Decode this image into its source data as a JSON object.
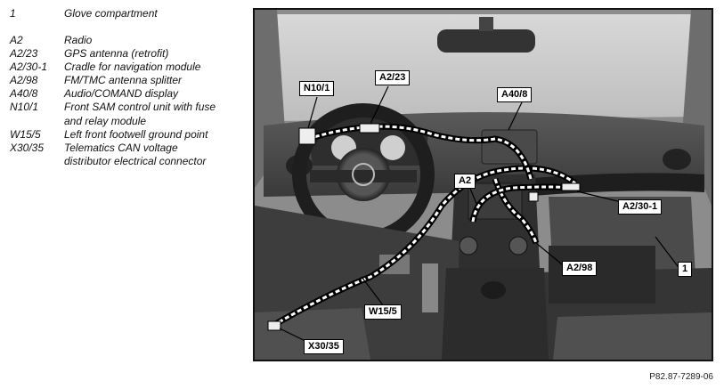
{
  "legend": {
    "items": [
      {
        "code": "1",
        "desc": "Glove compartment"
      },
      {
        "code": "A2",
        "desc": "Radio"
      },
      {
        "code": "A2/23",
        "desc": "GPS antenna (retrofit)"
      },
      {
        "code": "A2/30-1",
        "desc": "Cradle for navigation module"
      },
      {
        "code": "A2/98",
        "desc": "FM/TMC antenna splitter"
      },
      {
        "code": "A40/8",
        "desc": "Audio/COMAND display"
      },
      {
        "code": "N10/1",
        "desc": "Front SAM control unit with fuse"
      },
      {
        "code": "",
        "desc": "and relay module"
      },
      {
        "code": "W15/5",
        "desc": "Left front footwell ground point"
      },
      {
        "code": "X30/35",
        "desc": "Telematics CAN voltage"
      },
      {
        "code": "",
        "desc": "distributor electrical connector"
      }
    ]
  },
  "callouts": {
    "n10_1": "N10/1",
    "a2_23": "A2/23",
    "a40_8": "A40/8",
    "a2": "A2",
    "a2_30_1": "A2/30-1",
    "a2_98": "A2/98",
    "w15_5": "W15/5",
    "x30_35": "X30/35",
    "glove": "1"
  },
  "reference": "P82.87-7289-06"
}
